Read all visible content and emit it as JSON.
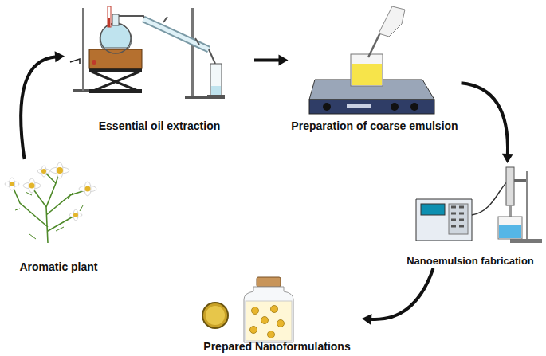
{
  "diagram": {
    "nodes": [
      {
        "text": [
          "Aromatic plant"
        ]
      },
      {
        "text": [
          "Essential oil extraction"
        ]
      },
      {
        "text": [
          "Preparation of coarse emulsion"
        ]
      },
      {
        "text": [
          "Nanoemulsion fabrication"
        ]
      },
      {
        "text": [
          "Prepared Nanoformulations"
        ]
      }
    ],
    "edges": [
      {
        "from": 0,
        "to": 1,
        "arrow": "to"
      },
      {
        "from": 1,
        "to": 2,
        "arrow": "to"
      },
      {
        "from": 2,
        "to": 3,
        "arrow": "to"
      },
      {
        "from": 3,
        "to": 4,
        "arrow": "to"
      }
    ]
  }
}
